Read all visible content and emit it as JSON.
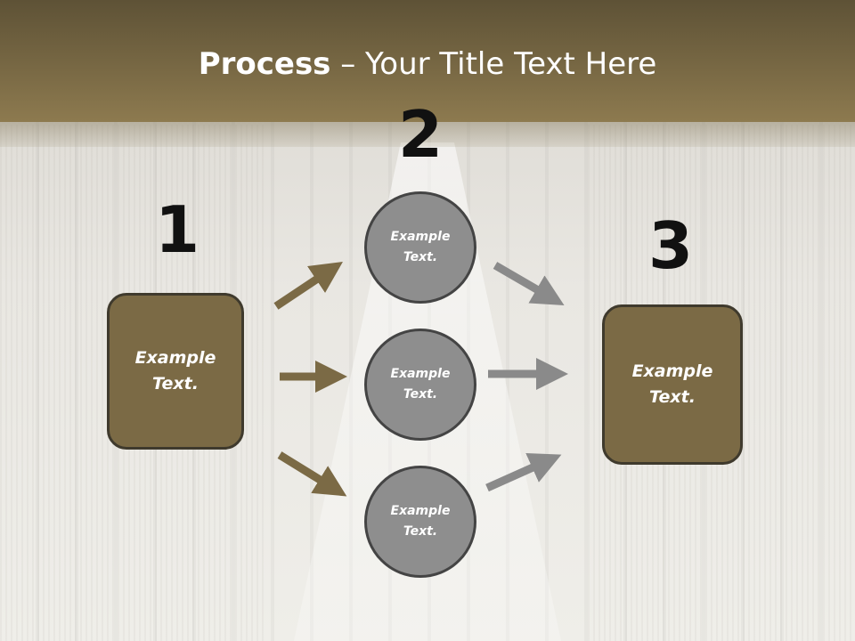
{
  "slide": {
    "title_bold": "Process",
    "title_rest": " – Your Title Text Here",
    "colors": {
      "header": "#8d7a4f",
      "box": "#7b6a45",
      "circle": "#8e8e8e",
      "arrow_brown": "#7b6a45",
      "arrow_gray": "#8a8a8a"
    },
    "steps": {
      "one": {
        "number": "1",
        "label": "Example\nText."
      },
      "two": {
        "number": "2",
        "labels": [
          "Example\nText.",
          "Example\nText.",
          "Example\nText."
        ]
      },
      "three": {
        "number": "3",
        "label": "Example\nText."
      }
    }
  }
}
